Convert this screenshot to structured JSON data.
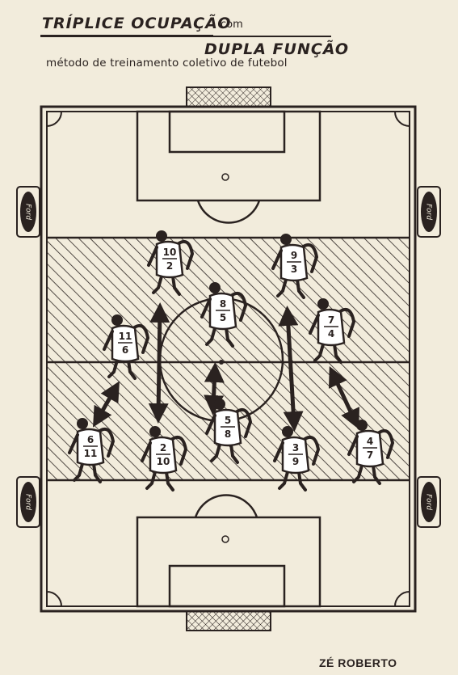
{
  "header": {
    "title_line1": "TRÍPLICE OCUPAÇÃO",
    "title_connector": "com",
    "title_line2": "DUPLA FUNÇÃO",
    "subtitle": "método de treinamento coletivo de futebol"
  },
  "sponsor": {
    "logo_text": "Ford"
  },
  "players": [
    {
      "top": "10",
      "bottom": "2"
    },
    {
      "top": "9",
      "bottom": "3"
    },
    {
      "top": "8",
      "bottom": "5"
    },
    {
      "top": "11",
      "bottom": "6"
    },
    {
      "top": "7",
      "bottom": "4"
    },
    {
      "top": "6",
      "bottom": "11"
    },
    {
      "top": "2",
      "bottom": "10"
    },
    {
      "top": "5",
      "bottom": "8"
    },
    {
      "top": "3",
      "bottom": "9"
    },
    {
      "top": "4",
      "bottom": "7"
    }
  ],
  "author": "ZÉ ROBERTO",
  "colors": {
    "ink": "#2a2220",
    "paper": "#f2ecdc",
    "jersey": "#ffffff"
  }
}
